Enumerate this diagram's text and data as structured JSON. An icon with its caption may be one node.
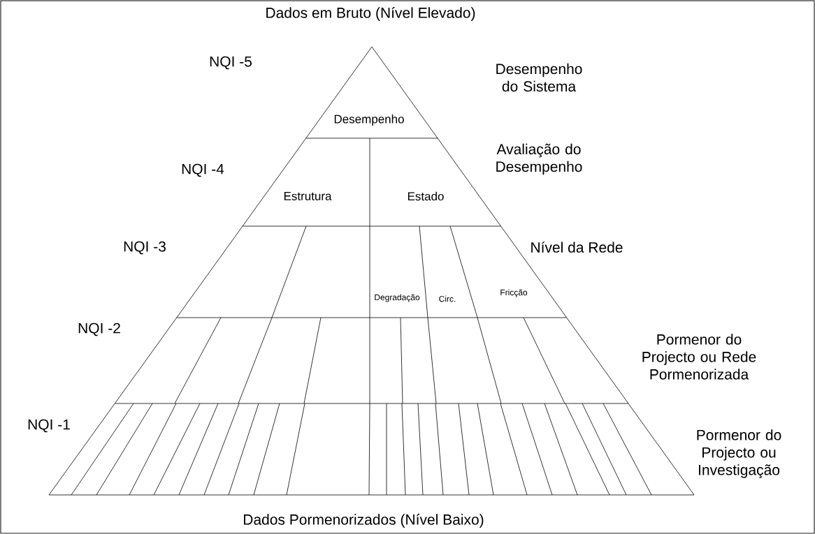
{
  "diagram": {
    "nodes": [
      {
        "text": [
          "Desempenho"
        ]
      },
      {
        "text": [
          "Estrutura"
        ]
      },
      {
        "text": [
          "Estado"
        ]
      },
      {
        "text": [
          "Degradação"
        ]
      },
      {
        "text": [
          "Circ."
        ]
      },
      {
        "text": [
          "Fricção"
        ]
      }
    ],
    "labels": [
      "Dados em Bruto (Nível Elevado)",
      "NQI -5",
      "Desempenho do Sistema",
      "NQI -4",
      "Avaliação do Desempenho",
      "NQI -3",
      "Nível da Rede",
      "NQI -2",
      "Pormenor do Projecto ou Rede Pormenorizada",
      "NQI -1",
      "Pormenor do Projecto ou Investigação",
      "Dados Pormenorizados (Nível Baixo)"
    ]
  }
}
